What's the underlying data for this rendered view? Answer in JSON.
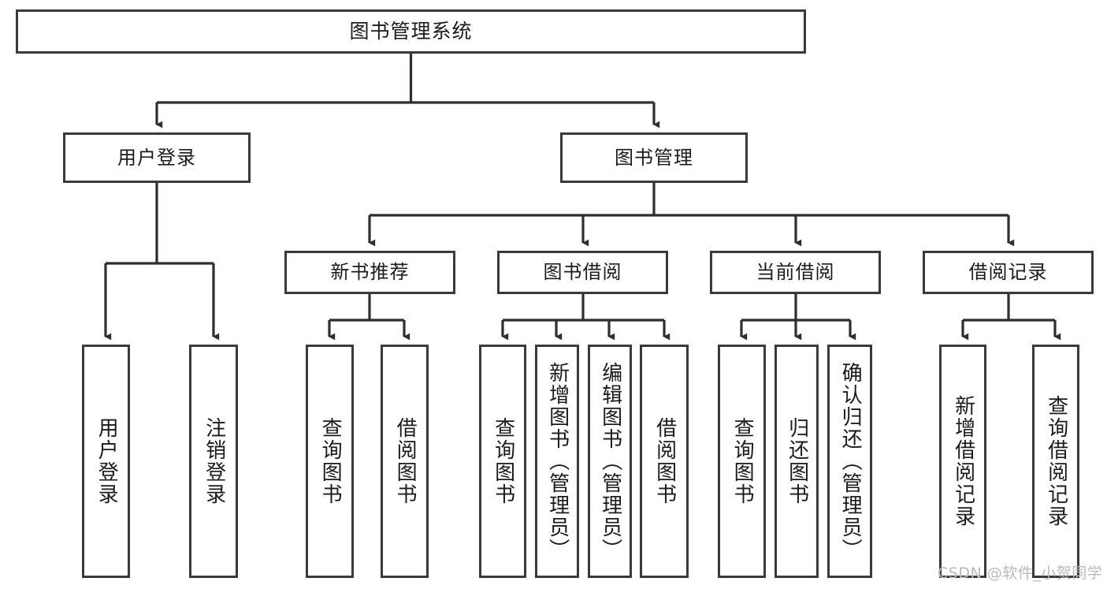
{
  "diagram": {
    "title": "图书管理系统",
    "type": "hierarchy-tree",
    "watermark": "CSDN @软件_小贺同学",
    "accent_color": "#3a3a3a",
    "text_color": "#1b1b1b",
    "background_color": "#ffffff",
    "levels": {
      "root": {
        "label": "图书管理系统"
      },
      "level2": [
        {
          "label": "用户登录"
        },
        {
          "label": "图书管理"
        }
      ],
      "level3": [
        {
          "label": "新书推荐"
        },
        {
          "label": "图书借阅"
        },
        {
          "label": "当前借阅"
        },
        {
          "label": "借阅记录"
        }
      ],
      "leaves": {
        "user_login": [
          {
            "label": "用户登录"
          },
          {
            "label": "注销登录"
          }
        ],
        "new_book_recommend": [
          {
            "label": "查询图书"
          },
          {
            "label": "借阅图书"
          }
        ],
        "book_borrow": [
          {
            "label": "查询图书"
          },
          {
            "label": "新增图书（管理员）"
          },
          {
            "label": "编辑图书（管理员）"
          },
          {
            "label": "借阅图书"
          }
        ],
        "current_borrow": [
          {
            "label": "查询图书"
          },
          {
            "label": "归还图书"
          },
          {
            "label": "确认归还（管理员）"
          }
        ],
        "borrow_records": [
          {
            "label": "新增借阅记录"
          },
          {
            "label": "查询借阅记录"
          }
        ]
      }
    }
  }
}
